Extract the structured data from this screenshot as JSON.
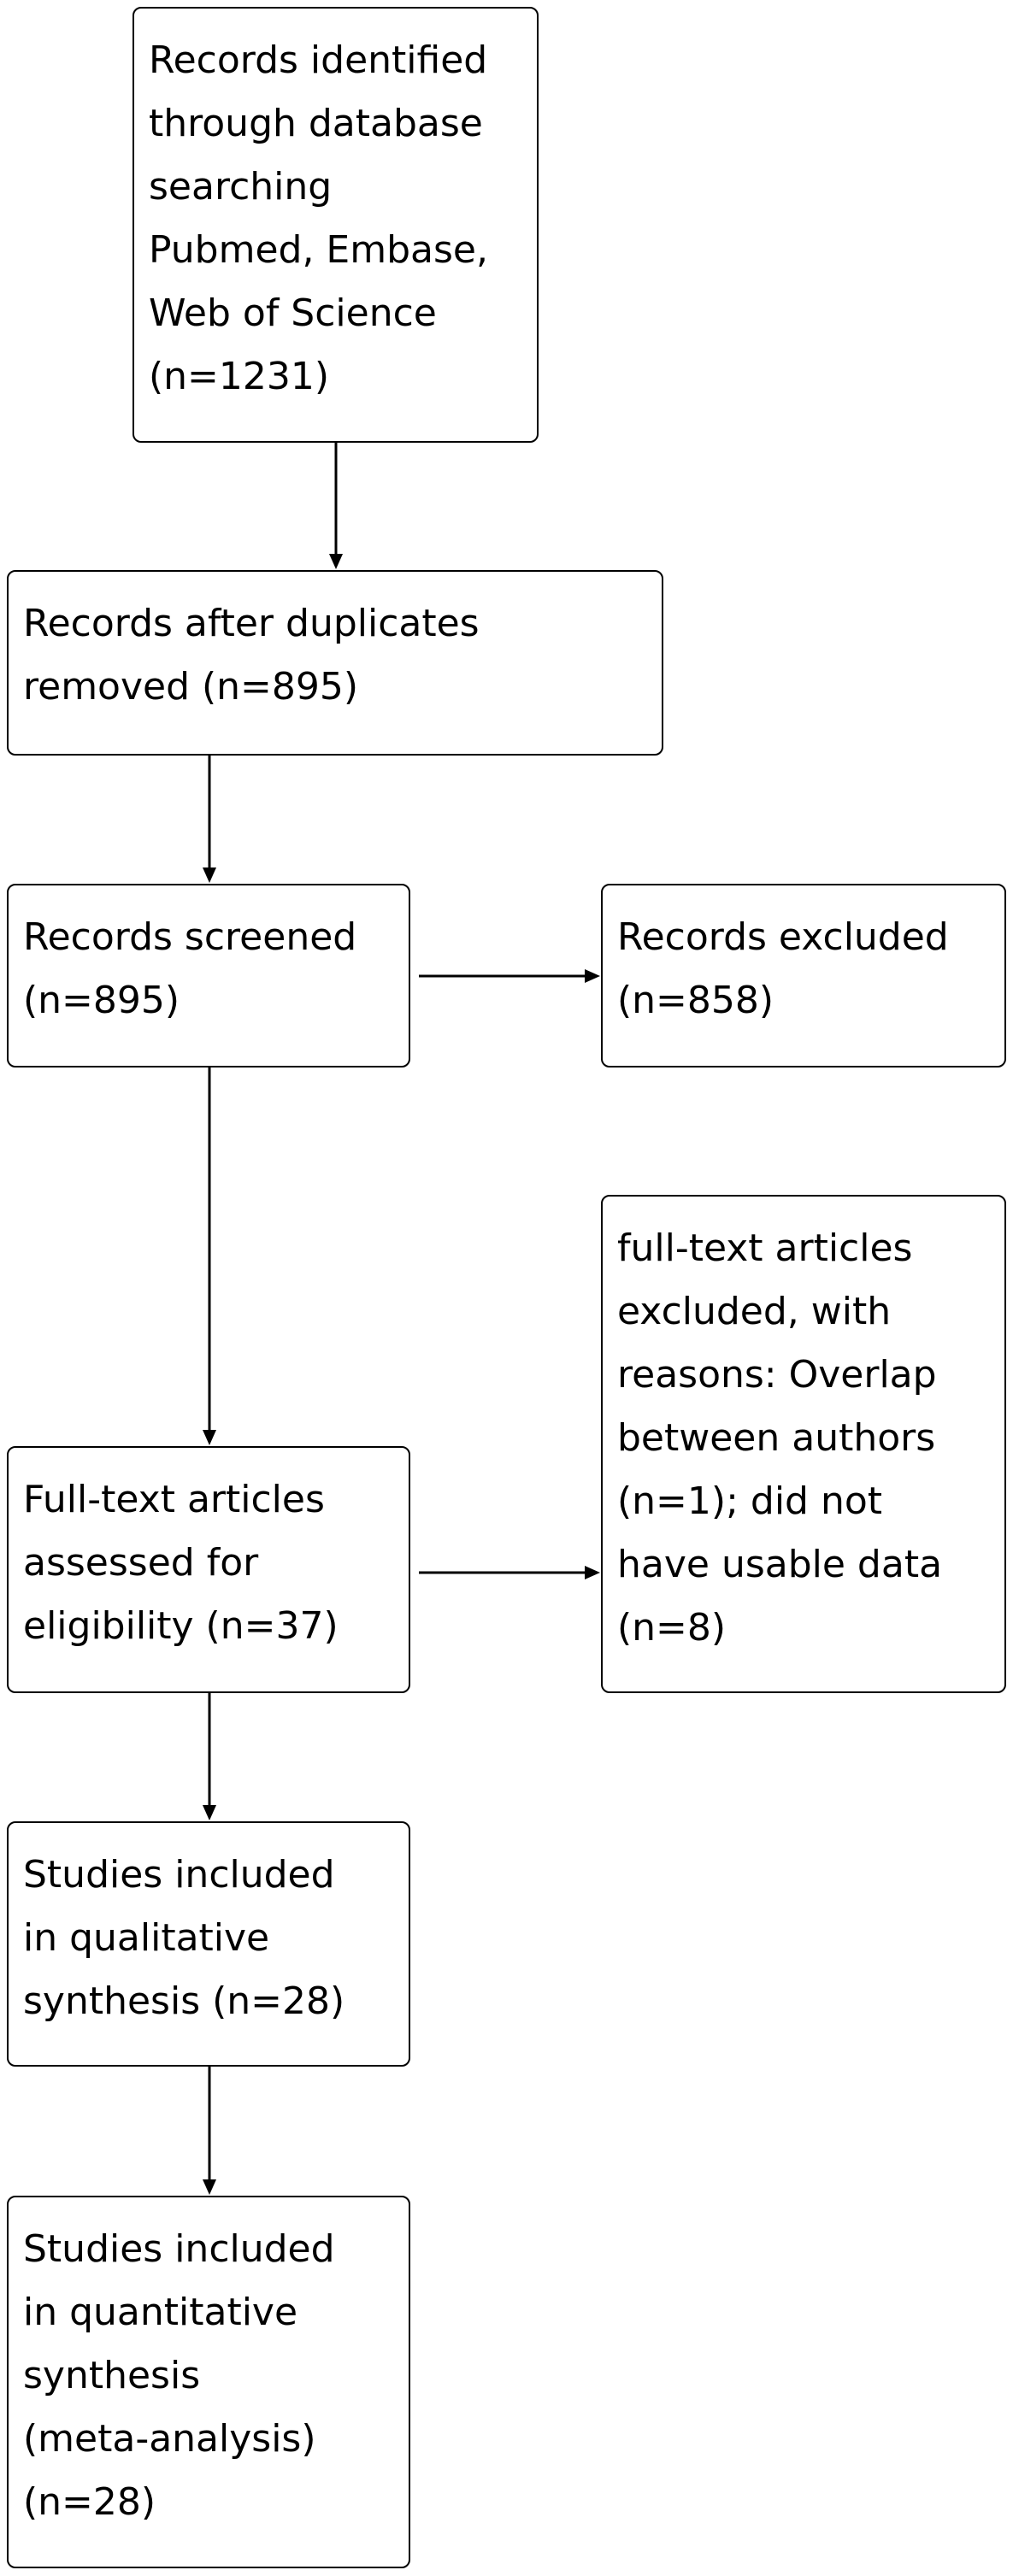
{
  "flowchart": {
    "identified": {
      "lines": [
        "Records identified",
        "through database",
        "searching",
        "Pubmed, Embase,",
        "Web of Science",
        "(n=1231)"
      ]
    },
    "duplicates_removed": {
      "lines": [
        "Records after duplicates",
        "removed (n=895)"
      ]
    },
    "screened": {
      "lines": [
        "Records screened",
        "(n=895)"
      ]
    },
    "excluded": {
      "lines": [
        "Records excluded",
        "(n=858)"
      ]
    },
    "fulltext_assessed": {
      "lines": [
        "Full-text articles",
        "assessed for",
        "eligibility (n=37)"
      ]
    },
    "fulltext_excluded": {
      "lines": [
        "full-text articles",
        "excluded, with",
        "reasons: Overlap",
        "between authors",
        "(n=1); did not",
        "have usable data",
        "(n=8)"
      ]
    },
    "qualitative": {
      "lines": [
        "Studies included",
        "in qualitative",
        "synthesis (n=28)"
      ]
    },
    "quantitative": {
      "lines": [
        "Studies included",
        "in quantitative",
        "synthesis",
        "(meta-analysis)",
        "(n=28)"
      ]
    }
  }
}
